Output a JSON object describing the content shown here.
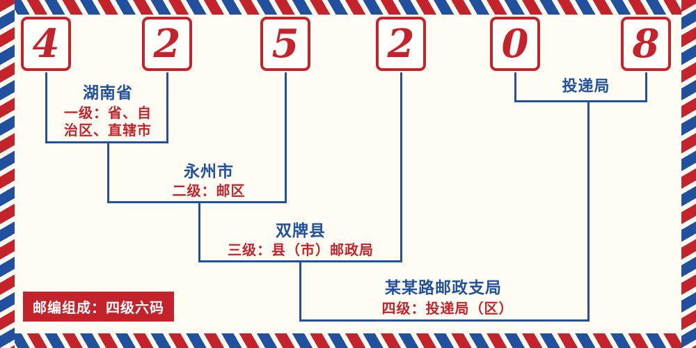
{
  "postal_code": {
    "digits": [
      "4",
      "2",
      "5",
      "2",
      "0",
      "8"
    ]
  },
  "levels": [
    {
      "name": "湖南省",
      "desc_lines": [
        "一级：省、自",
        "治区、直辖市"
      ]
    },
    {
      "name": "永州市",
      "desc": "二级：邮区"
    },
    {
      "name": "双牌县",
      "desc": "三级：县（市）邮政局"
    },
    {
      "name": "某某路邮政支局",
      "desc": "四级：投递局（区）"
    },
    {
      "name": "投递局"
    }
  ],
  "footer": {
    "composition_badge": "邮编组成：四级六码"
  },
  "colors": {
    "red": "#c4232b",
    "blue": "#20509e",
    "background": "#fffdf3"
  }
}
